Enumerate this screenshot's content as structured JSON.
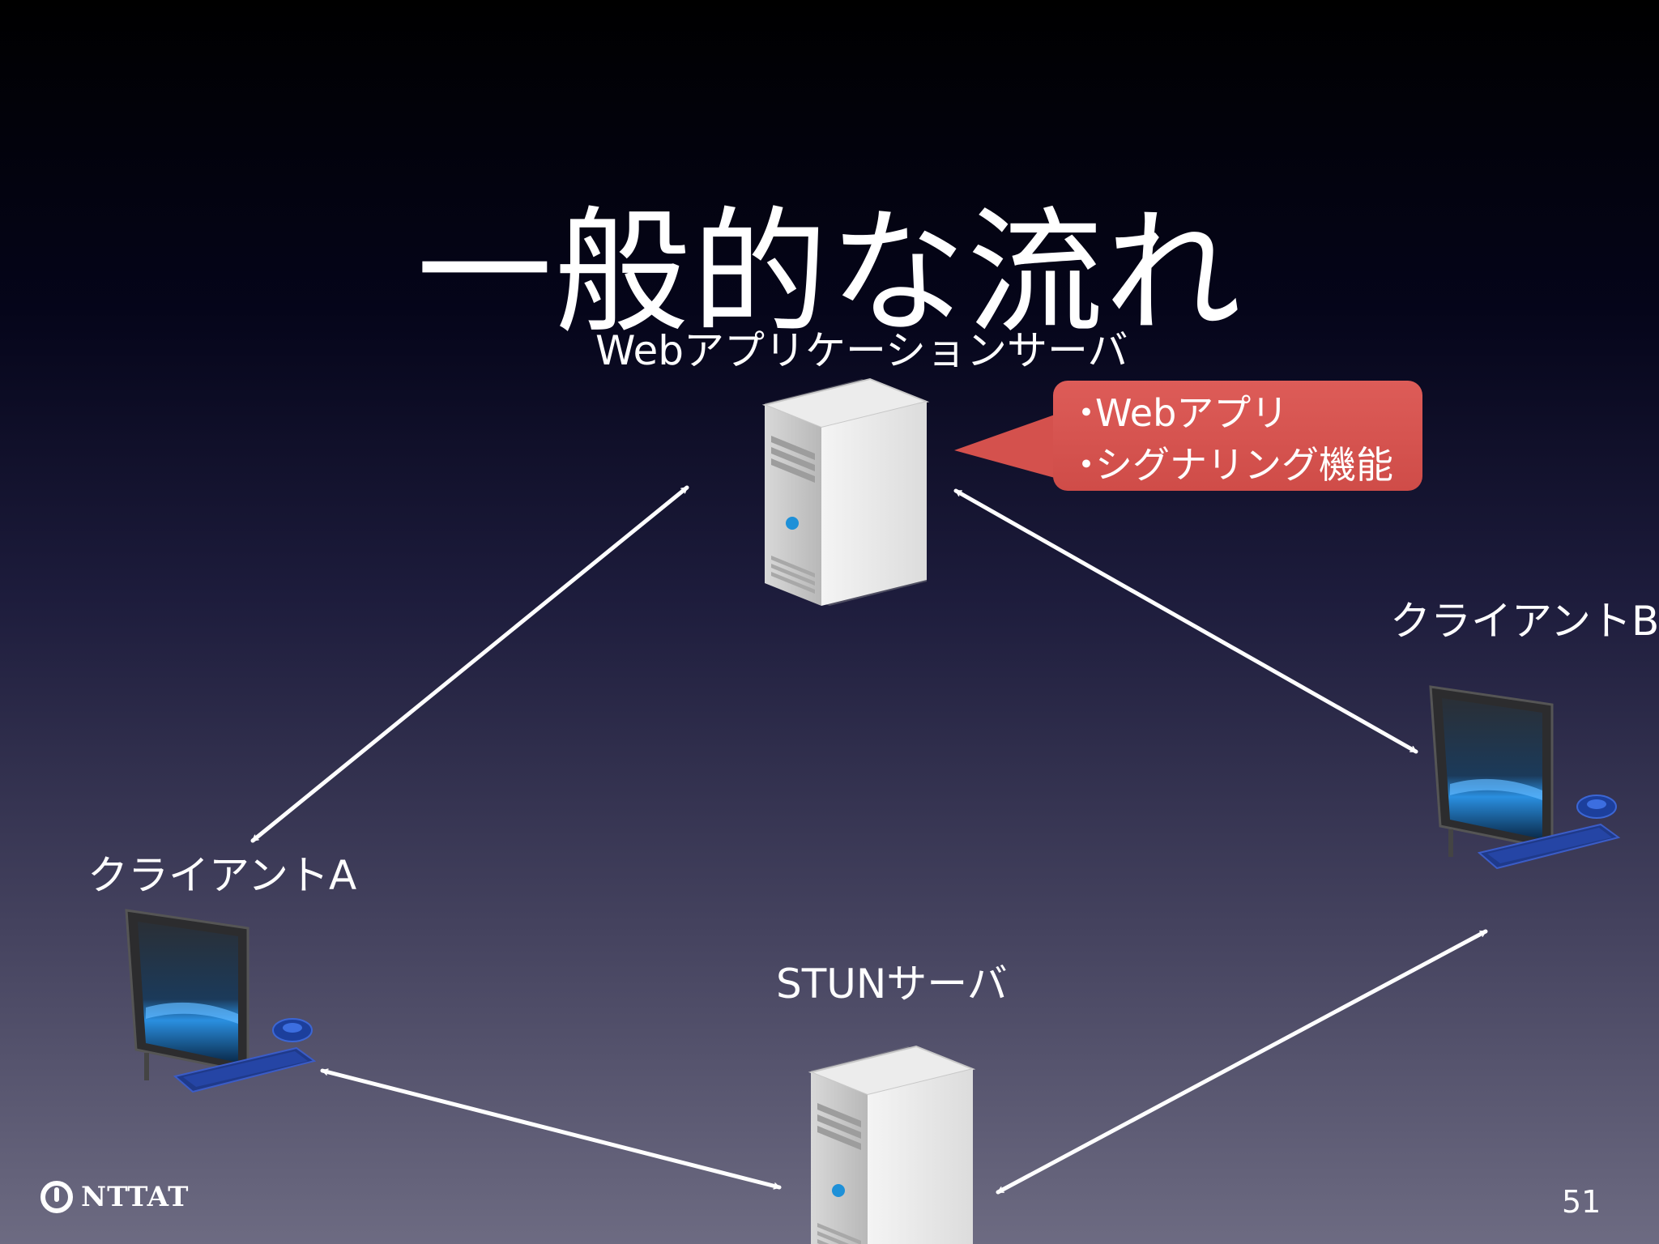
{
  "title": "一般的な流れ",
  "nodes": {
    "web_server": "Webアプリケーションサーバ",
    "client_a": "クライアントA",
    "client_b": "クライアントB",
    "stun_server": "STUNサーバ"
  },
  "callout": {
    "bullet": "・",
    "items": [
      "Webアプリ",
      "シグナリング機能"
    ]
  },
  "footer": {
    "logo": "NTTAT",
    "page_number": "51"
  },
  "colors": {
    "callout": "#d9534f",
    "arrow": "#ffffff"
  },
  "icons": {
    "server": "server-tower-icon",
    "client": "desktop-computer-icon"
  }
}
